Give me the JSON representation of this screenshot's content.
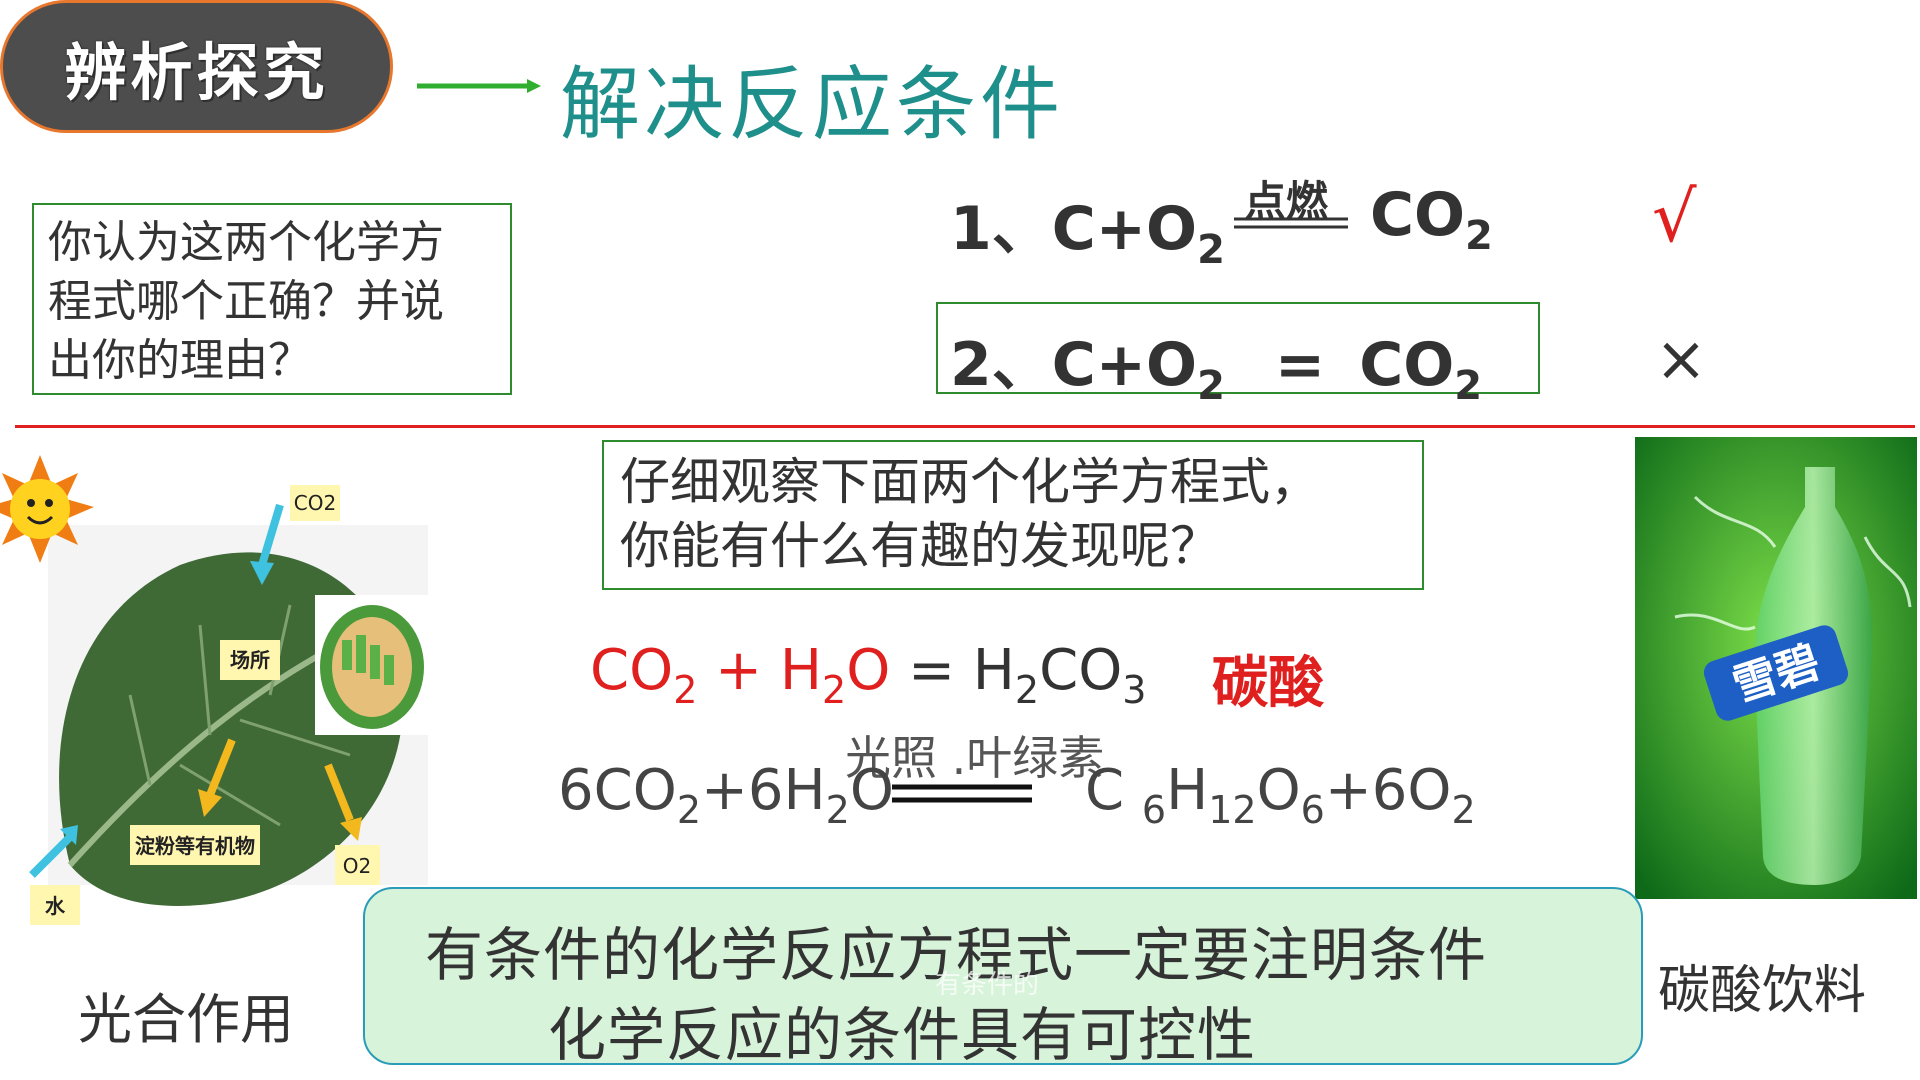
{
  "header": {
    "tag": "辨析探究",
    "title": "解决反应条件"
  },
  "question1": {
    "lines": [
      "你认为这两个化学方",
      "程式哪个正确？并说",
      "出你的理由？"
    ]
  },
  "equation1": {
    "number": "1、",
    "reactants": [
      "C+O",
      "2"
    ],
    "condition": "点燃",
    "product": [
      "CO",
      "2"
    ],
    "verdict": "√"
  },
  "equation2": {
    "number": "2、",
    "reactants": [
      "C+O",
      "2"
    ],
    "sign": "=",
    "product": [
      "CO",
      "2"
    ],
    "verdict": "×"
  },
  "question2": {
    "lines": [
      "仔细观察下面两个化学方程式，",
      "你能有什么有趣的发现呢？"
    ]
  },
  "equation3": {
    "parts": [
      "CO",
      "2",
      " + H",
      "2",
      "O",
      " = H",
      "2",
      "CO",
      "3"
    ],
    "name": "碳酸"
  },
  "equation4": {
    "condition": "光照 .叶绿素",
    "left": [
      "6CO",
      "2",
      "+6H",
      "2",
      "O"
    ],
    "right": [
      "C ",
      "6",
      "H",
      "12",
      "O",
      "6",
      "+6O",
      "2"
    ]
  },
  "photosynthesis_image": {
    "labels": {
      "co2": "CO2",
      "place": "场所",
      "starch": "淀粉等有机物",
      "o2": "O2",
      "water": "水"
    }
  },
  "photo_caption": "光合作用",
  "drink_caption": "碳酸饮料",
  "drink_brand": "雪碧",
  "conclusion": {
    "line1": "有条件的化学反应方程式一定要注明条件",
    "line2": "化学反应的条件具有可控性",
    "watermark": "有条件的"
  },
  "colors": {
    "title": "#1e8f8b",
    "accent_red": "#e0201e",
    "box_green": "#2e8b2e",
    "conclusion_bg": "#d7f3da"
  }
}
